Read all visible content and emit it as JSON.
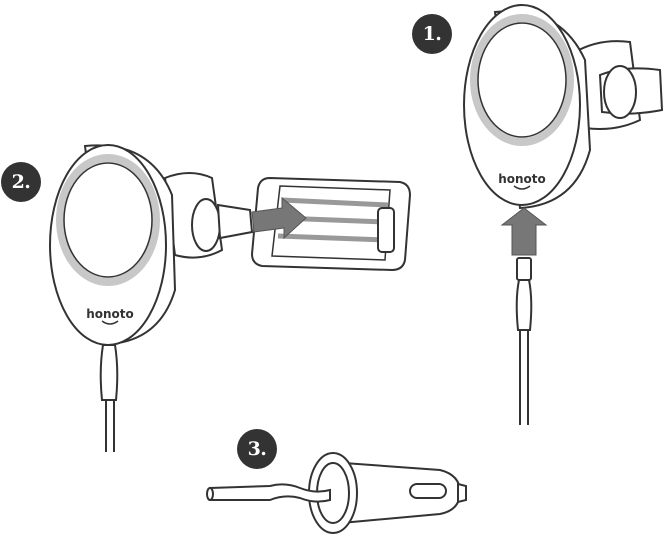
{
  "steps": [
    {
      "number": "1."
    },
    {
      "number": "2."
    },
    {
      "number": "3."
    }
  ],
  "brand": {
    "logo_text": "honoto"
  },
  "colors": {
    "outline": "#333333",
    "ring": "#c8c8c8",
    "arrow": "#777777",
    "badge": "#333333",
    "fill": "#ffffff"
  }
}
